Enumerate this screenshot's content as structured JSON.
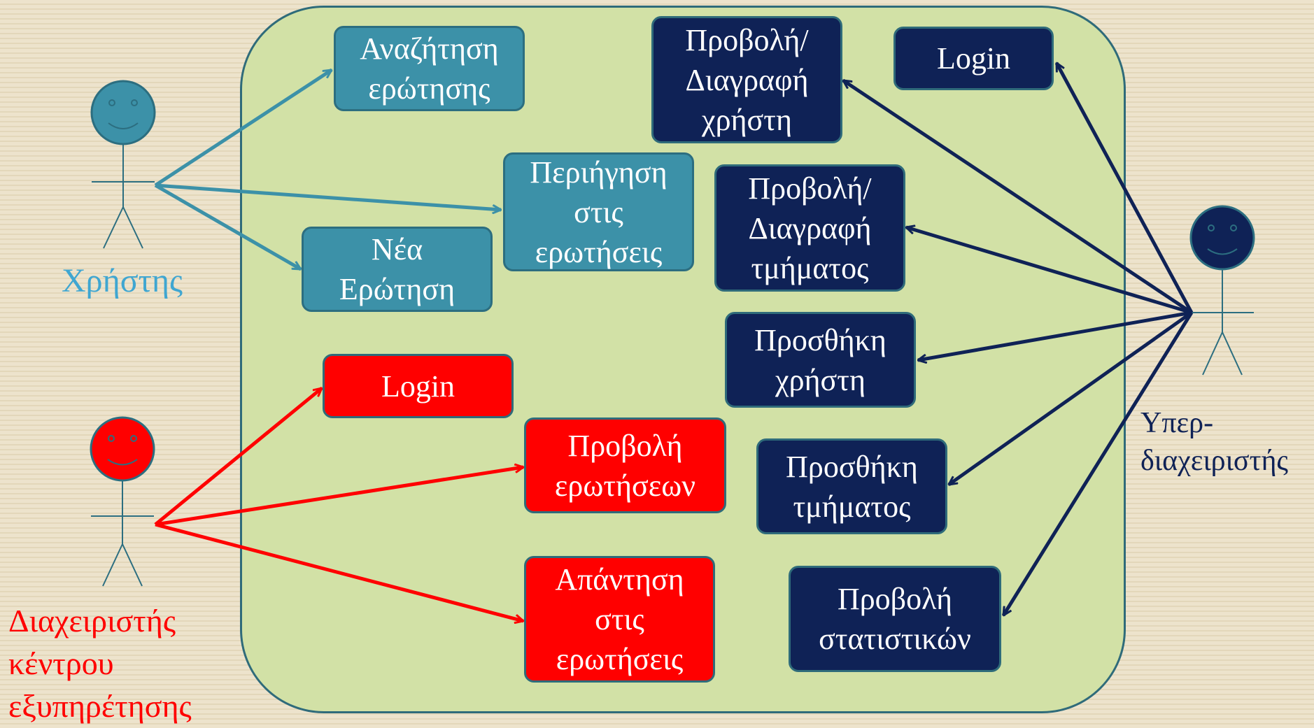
{
  "colors": {
    "user": "#3c91a8",
    "center_admin": "#ff0000",
    "super_admin": "#0f2256",
    "system_bg": "#d2e1a6"
  },
  "actors": {
    "user": {
      "label": "Χρήστης"
    },
    "center_admin": {
      "label": "Διαχειριστής\nκέντρου\nεξυπηρέτησης"
    },
    "super_admin": {
      "label": "Υπερ-\nδιαχειριστής"
    }
  },
  "use_cases": {
    "search_question": "Αναζήτηση\nερώτησης",
    "browse_questions": "Περιήγηση\nστις\nερωτήσεις",
    "new_question": "Νέα\nΕρώτηση",
    "center_login": "Login",
    "view_questions": "Προβολή\nερωτήσεων",
    "answer_questions": "Απάντηση\nστις\nερωτήσεις",
    "view_delete_user": "Προβολή/\nΔιαγραφή\nχρήστη",
    "super_login": "Login",
    "view_delete_department": "Προβολή/\nΔιαγραφή\nτμήματος",
    "add_user": "Προσθήκη\nχρήστη",
    "add_department": "Προσθήκη\nτμήματος",
    "view_statistics": "Προβολή\nστατιστικών"
  }
}
